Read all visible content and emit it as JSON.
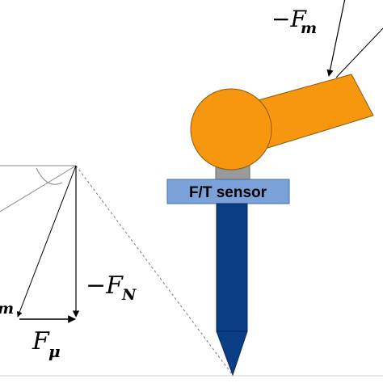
{
  "labels": {
    "force_m_sign": "−F",
    "force_m_sub": "m",
    "force_n_sign": "−F",
    "force_n_sub": "N",
    "force_mu_main": "F",
    "force_mu_sub": "μ",
    "force_left_sub": "m",
    "sensor": "F/T sensor"
  },
  "colors": {
    "robot_orange": "#F7960F",
    "robot_outline": "#8a5a10",
    "sensor_blue": "#7BA2D8",
    "sensor_outline": "#4f6f9f",
    "tool_blue": "#0A3D84",
    "gray_mount": "#9a9a9a",
    "line_black": "#000000",
    "line_gray": "#888888"
  }
}
